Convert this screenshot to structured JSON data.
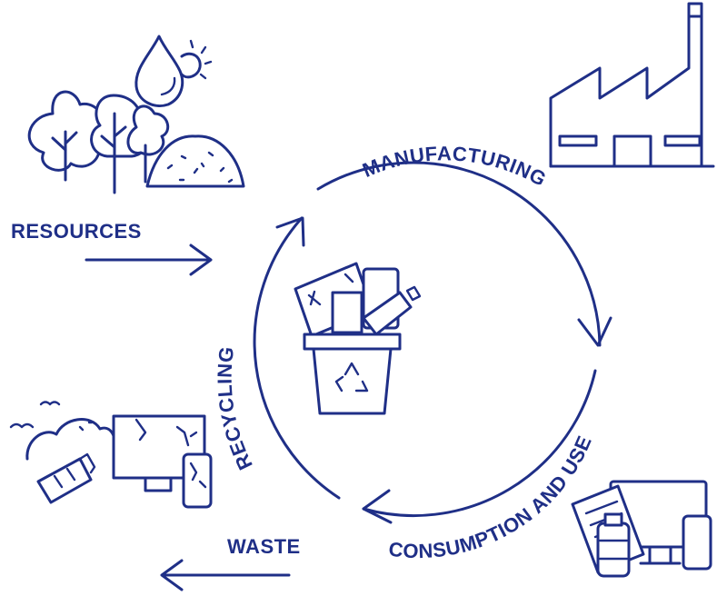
{
  "colors": {
    "primary": "#1f2f87",
    "background": "#ffffff"
  },
  "labels": {
    "resources": "RESOURCES",
    "manufacturing": "MANUFACTURING",
    "consumption": "CONSUMPTION AND USE",
    "waste": "WASTE",
    "recycling": "RECYCLING"
  },
  "icons": [
    "tree-icon",
    "water-drop-icon",
    "sun-icon",
    "soil-pile-icon",
    "factory-icon",
    "recycle-bin-icon",
    "recycle-symbol-icon",
    "electronics-icon",
    "bottle-icon",
    "landfill-icon",
    "bird-icon"
  ]
}
